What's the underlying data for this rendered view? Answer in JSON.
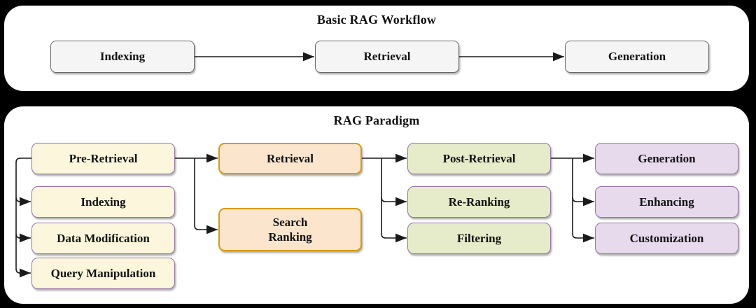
{
  "top_panel": {
    "title": "Basic RAG Workflow",
    "nodes": [
      {
        "label": "Indexing"
      },
      {
        "label": "Retrieval"
      },
      {
        "label": "Generation"
      }
    ]
  },
  "bottom_panel": {
    "title": "RAG Paradigm",
    "columns": [
      {
        "stage": "Pre-Retrieval",
        "fill": "#FCF7DC",
        "border": "#9673A6",
        "children": [
          "Indexing",
          "Data Modification",
          "Query Manipulation"
        ]
      },
      {
        "stage": "Retrieval",
        "fill": "#FBE5CD",
        "border": "#D79B00",
        "children": [
          "Search\nRanking"
        ]
      },
      {
        "stage": "Post-Retrieval",
        "fill": "#E6EBC9",
        "border": "#9673A6",
        "children": [
          "Re-Ranking",
          "Filtering"
        ]
      },
      {
        "stage": "Generation",
        "fill": "#E6DAEC",
        "border": "#9673A6",
        "children": [
          "Enhancing",
          "Customization"
        ]
      }
    ]
  },
  "colors": {
    "page_background": "#000000",
    "panel_background": "#FFFFFF",
    "connector": "#1A1A1A",
    "basic_node_fill": "#F5F5F5",
    "basic_node_border": "#676767",
    "text": "#111111"
  }
}
